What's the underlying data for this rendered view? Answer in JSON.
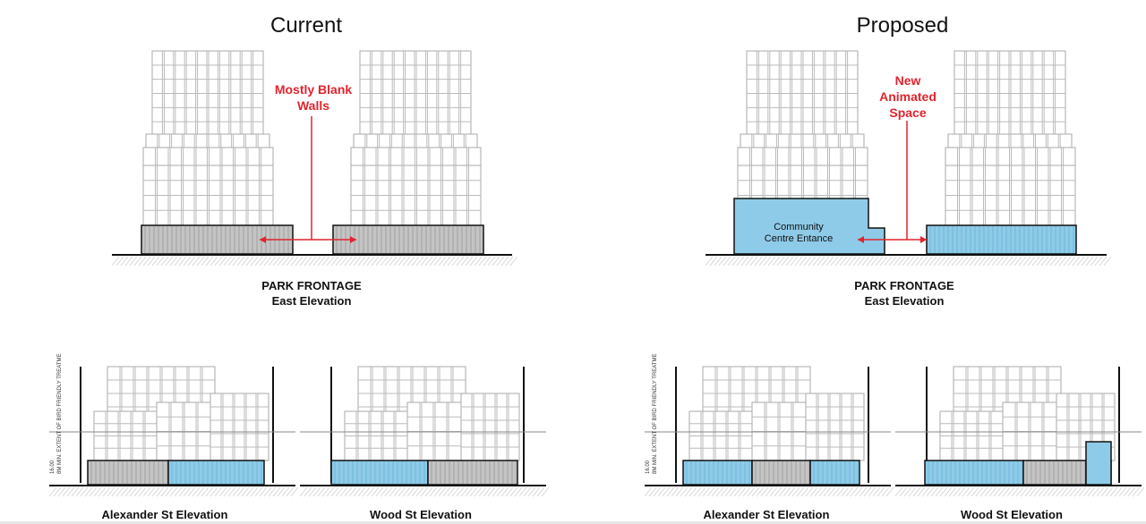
{
  "current": {
    "title": "Current",
    "annotation": [
      "Mostly Blank",
      "Walls"
    ],
    "caption": [
      "PARK FRONTAGE",
      "East Elevation"
    ]
  },
  "proposed": {
    "title": "Proposed",
    "annotation": [
      "New",
      "Animated",
      "Space"
    ],
    "callout": [
      "Community",
      "Centre Entance"
    ],
    "caption": [
      "PARK FRONTAGE",
      "East Elevation"
    ]
  },
  "elevations": [
    {
      "label": "Alexander St Elevation"
    },
    {
      "label": "Wood St Elevation"
    },
    {
      "label": "Alexander St Elevation"
    },
    {
      "label": "Wood St Elevation"
    }
  ],
  "dimension_note": "8M MIN. EXTENT OF BIRD FRIENDLY TREATME",
  "dimension_value": "16.00",
  "colors": {
    "accent_red": "#e0242f",
    "active_blue": "#8ecbe8",
    "blank_grey": "#c4c4c4"
  }
}
